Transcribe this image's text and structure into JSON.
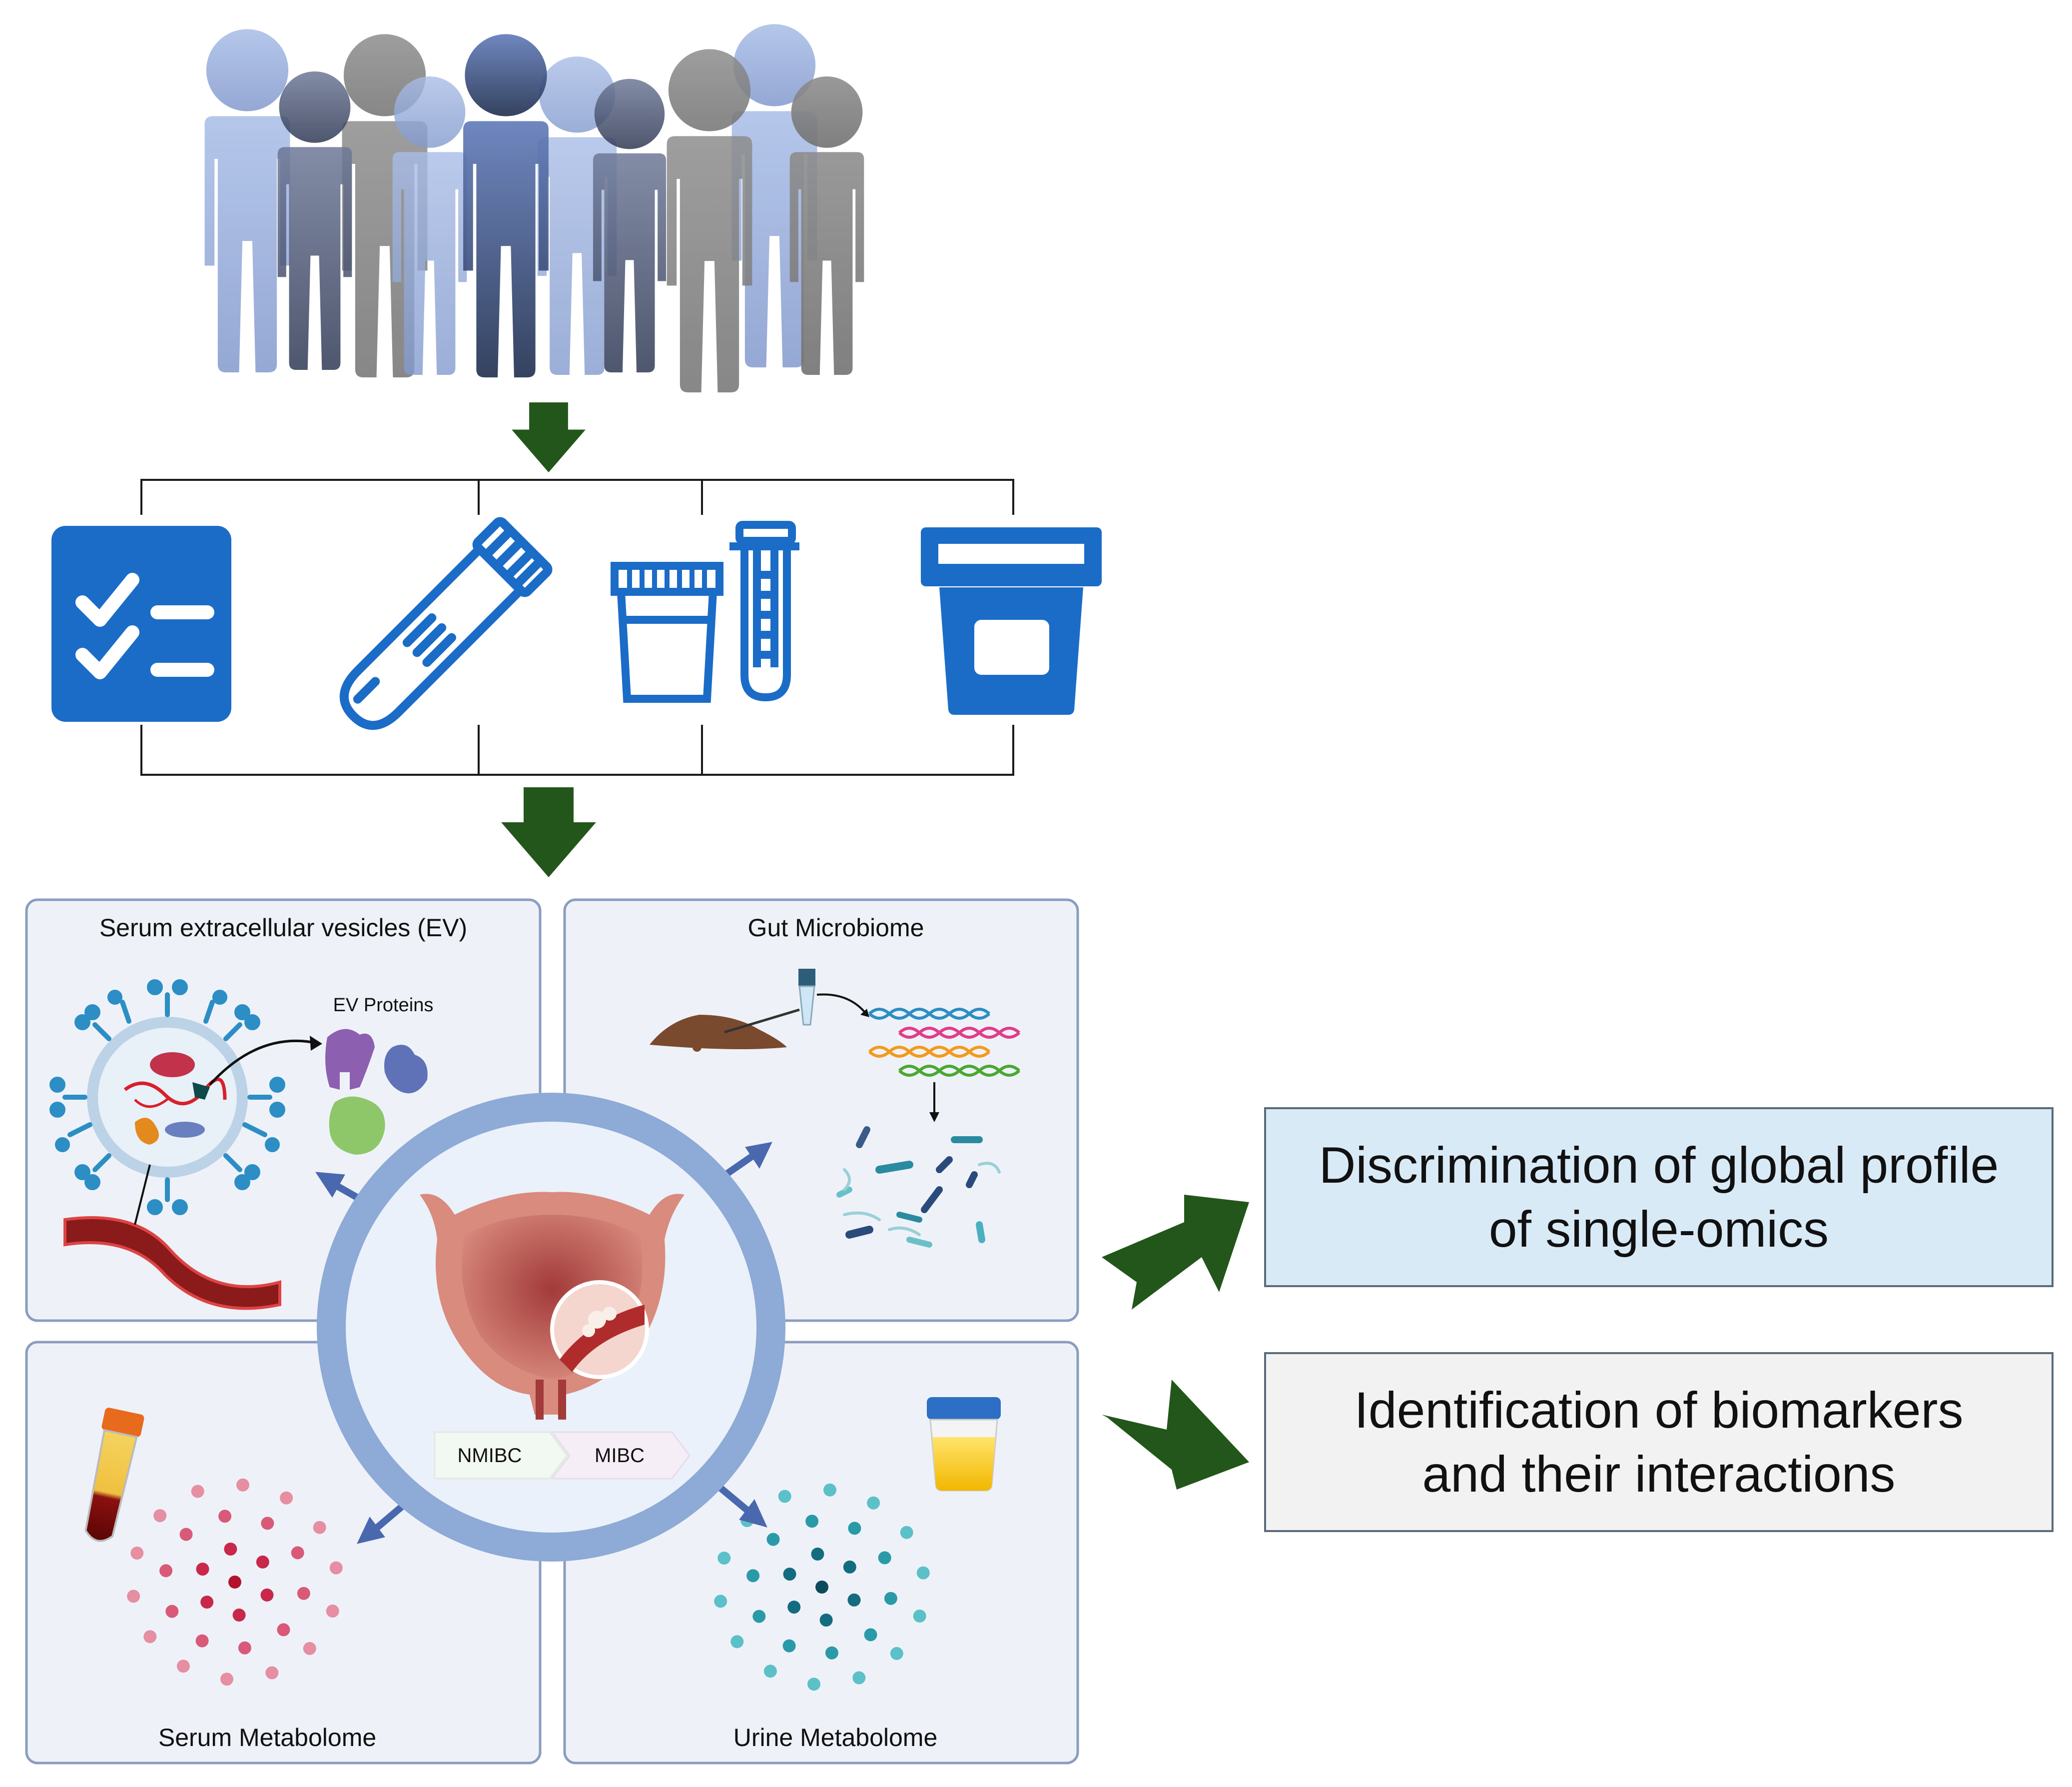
{
  "panels": {
    "serum_ev": {
      "title": "Serum extracellular vesicles (EV)",
      "sublabel": "EV Proteins"
    },
    "gut": {
      "title": "Gut Microbiome"
    },
    "serum_metabolome": {
      "title": "Serum Metabolome"
    },
    "urine_metabolome": {
      "title": "Urine Metabolome"
    }
  },
  "center": {
    "stage1": "NMIBC",
    "stage2": "MIBC"
  },
  "results": {
    "box1": {
      "line1": "Discrimination of global profile",
      "line2": "of single-omics"
    },
    "box2": {
      "line1": "Identification of biomarkers",
      "line2": "and their interactions"
    }
  },
  "icons": [
    "people-group-icon",
    "checklist-icon",
    "blood-tube-icon",
    "urine-cup-and-rack-icon",
    "specimen-container-icon",
    "bladder-icon",
    "bacteria-icon",
    "dna-strands-icon"
  ],
  "colors": {
    "arrow_green": "#23561a",
    "icon_blue": "#1b6cc7",
    "panel_fill": "#eef2f8",
    "panel_border": "#8a9dc0",
    "ring": "#8eaad6",
    "result1_fill": "#d9eaf7",
    "result2_fill": "#f2f2f2"
  }
}
